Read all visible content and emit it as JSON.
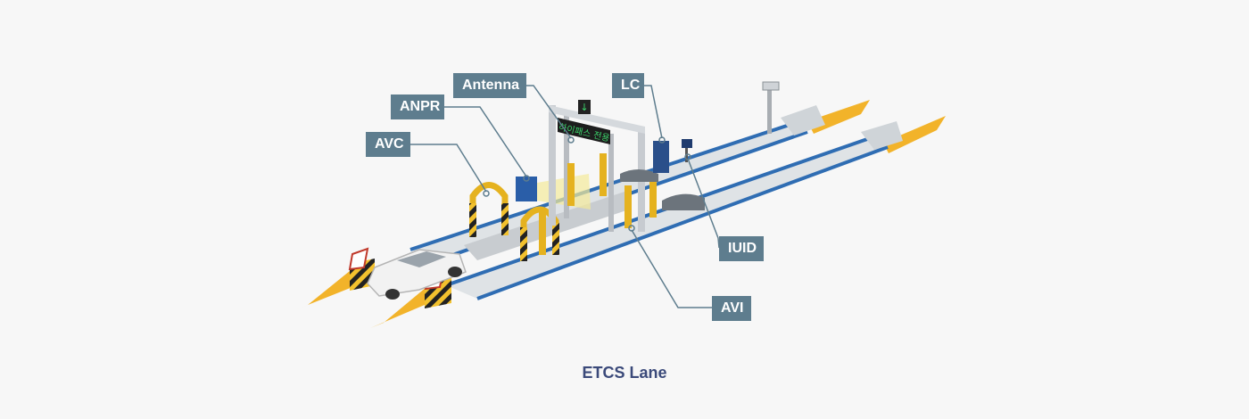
{
  "diagram": {
    "caption": "ETCS Lane",
    "callouts": {
      "antenna": "Antenna",
      "anpr": "ANPR",
      "avc": "AVC",
      "lc": "LC",
      "iuid": "IUID",
      "avi": "AVI"
    },
    "gantry_sign": "하이패스 전용",
    "colors": {
      "callout_bg": "#5e7d8e",
      "caption": "#3b4a7a",
      "lane_edge": "#2f6db3",
      "bollard": "#e5b21f",
      "cone": "#f2b32a"
    }
  }
}
